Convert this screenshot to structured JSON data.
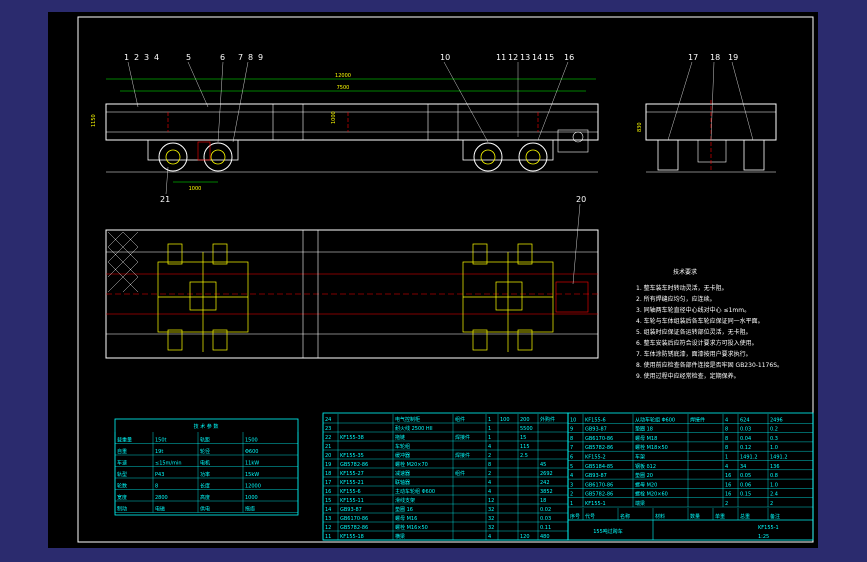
{
  "colors": {
    "background": "#2b2b6e",
    "sheet": "#000000",
    "frame": "#ffffff",
    "table": "#00ffff",
    "part": "#ffff00",
    "axis": "#ff0000",
    "dimension": "#00ff00"
  },
  "side_view": {
    "labels": [
      "1",
      "2",
      "3",
      "4",
      "5",
      "6",
      "7",
      "8",
      "9",
      "10",
      "11",
      "12",
      "13",
      "14",
      "15",
      "16",
      "17",
      "18",
      "19",
      "20",
      "21"
    ],
    "dims": {
      "overall": "12000",
      "span": "7500",
      "height": "1000",
      "wheelbase": "1000",
      "end_left": "1150",
      "end_right": "830"
    }
  },
  "tech_req": {
    "title": "技术要求",
    "items": [
      "1. 整车装车时转动灵活，无卡阻。",
      "2. 所有焊缝应均匀，应连续。",
      "3. 同轴两车轮直径中心线对中心 ≤1mm。",
      "4. 车轮与车体组装后各车轮应保证同一水平面。",
      "5. 组装时应保证各运转部位灵活，无卡阻。",
      "6. 整车安装后应符合设计要求方可投入使用。",
      "7. 车体涂防锈底漆，面漆按用户要求执行。",
      "8. 使用前应检查各部件连接是否牢固 GB230-1176S。",
      "9. 使用过程中应经常检查，定期保养。"
    ]
  },
  "params": {
    "title": "技 术 参 数",
    "rows": [
      [
        "载重量",
        "150t",
        "轨距",
        "1500"
      ],
      [
        "自重",
        "19t",
        "轮径",
        "Φ600"
      ],
      [
        "车速",
        "≤15m/min",
        "电机",
        "11kW"
      ],
      [
        "轨型",
        "P43",
        "功率",
        "15kW"
      ],
      [
        "轮数",
        "8",
        "长度",
        "12000"
      ],
      [
        "宽度",
        "2800",
        "高度",
        "1000"
      ],
      [
        "制动",
        "电磁",
        "供电",
        "拖缆"
      ]
    ]
  },
  "bom_left": {
    "rows": [
      [
        "24",
        "",
        "电气控制柜",
        "组件",
        "1",
        "100",
        "200",
        "外购件"
      ],
      [
        "23",
        "",
        "耐火线 2500 HII",
        "",
        "1",
        "",
        "5500",
        ""
      ],
      [
        "22",
        "KF155-38",
        "拖链",
        "焊接件",
        "1",
        "",
        "15",
        ""
      ],
      [
        "21",
        "",
        "车轮组",
        "",
        "4",
        "",
        "115",
        ""
      ],
      [
        "20",
        "KF155-35",
        "缓冲器",
        "焊接件",
        "2",
        "",
        "2.5",
        ""
      ],
      [
        "19",
        "GB5782-86",
        "螺栓 M20×70",
        "",
        "8",
        "",
        "",
        "45"
      ],
      [
        "18",
        "KF155-27",
        "减速器",
        "组件",
        "2",
        "",
        "",
        "2692"
      ],
      [
        "17",
        "KF155-21",
        "联轴器",
        "",
        "4",
        "",
        "",
        "242"
      ],
      [
        "16",
        "KF155-6",
        "主动车轮组 Φ600",
        "",
        "4",
        "",
        "",
        "3852"
      ],
      [
        "15",
        "KF155-11",
        "滑线支架",
        "",
        "12",
        "",
        "",
        "18"
      ],
      [
        "14",
        "GB93-87",
        "垫圈 16",
        "",
        "32",
        "",
        "",
        "0.02"
      ],
      [
        "13",
        "GB6170-86",
        "螺母 M16",
        "",
        "32",
        "",
        "",
        "0.03"
      ],
      [
        "12",
        "GB5782-86",
        "螺栓 M16×50",
        "",
        "32",
        "",
        "",
        "0.11"
      ],
      [
        "11",
        "KF155-18",
        "横梁",
        "",
        "4",
        "",
        "120",
        "480"
      ]
    ]
  },
  "bom_right": {
    "rows": [
      [
        "10",
        "KF155-6",
        "从动车轮组 Φ600",
        "焊接件",
        "4",
        "624",
        "2496"
      ],
      [
        "9",
        "GB93-87",
        "垫圈 18",
        "",
        "8",
        "0.03",
        "0.2"
      ],
      [
        "8",
        "GB6170-86",
        "螺母 M18",
        "",
        "8",
        "0.04",
        "0.3"
      ],
      [
        "7",
        "GB5782-86",
        "螺栓 M18×50",
        "",
        "8",
        "0.12",
        "1.0"
      ],
      [
        "6",
        "KF155-2",
        "车架",
        "",
        "1",
        "1491.2",
        "1491.2"
      ],
      [
        "5",
        "GB5184-85",
        "钢板 δ12",
        "",
        "4",
        "34",
        "136"
      ],
      [
        "4",
        "GB93-87",
        "垫圈 20",
        "",
        "16",
        "0.05",
        "0.8"
      ],
      [
        "3",
        "GB6170-86",
        "螺母 M20",
        "",
        "16",
        "0.06",
        "1.0"
      ],
      [
        "2",
        "GB5782-86",
        "螺栓 M20×60",
        "",
        "16",
        "0.15",
        "2.4"
      ],
      [
        "1",
        "KF155-1",
        "端梁",
        "",
        "2",
        "",
        "2"
      ]
    ],
    "header": [
      "序号",
      "代号",
      "名称",
      "材料",
      "数量",
      "单重",
      "总重",
      "备注"
    ],
    "drawing_title": "155吨过跨车",
    "drawing_no": "KF155-1",
    "scale": "1:25"
  }
}
